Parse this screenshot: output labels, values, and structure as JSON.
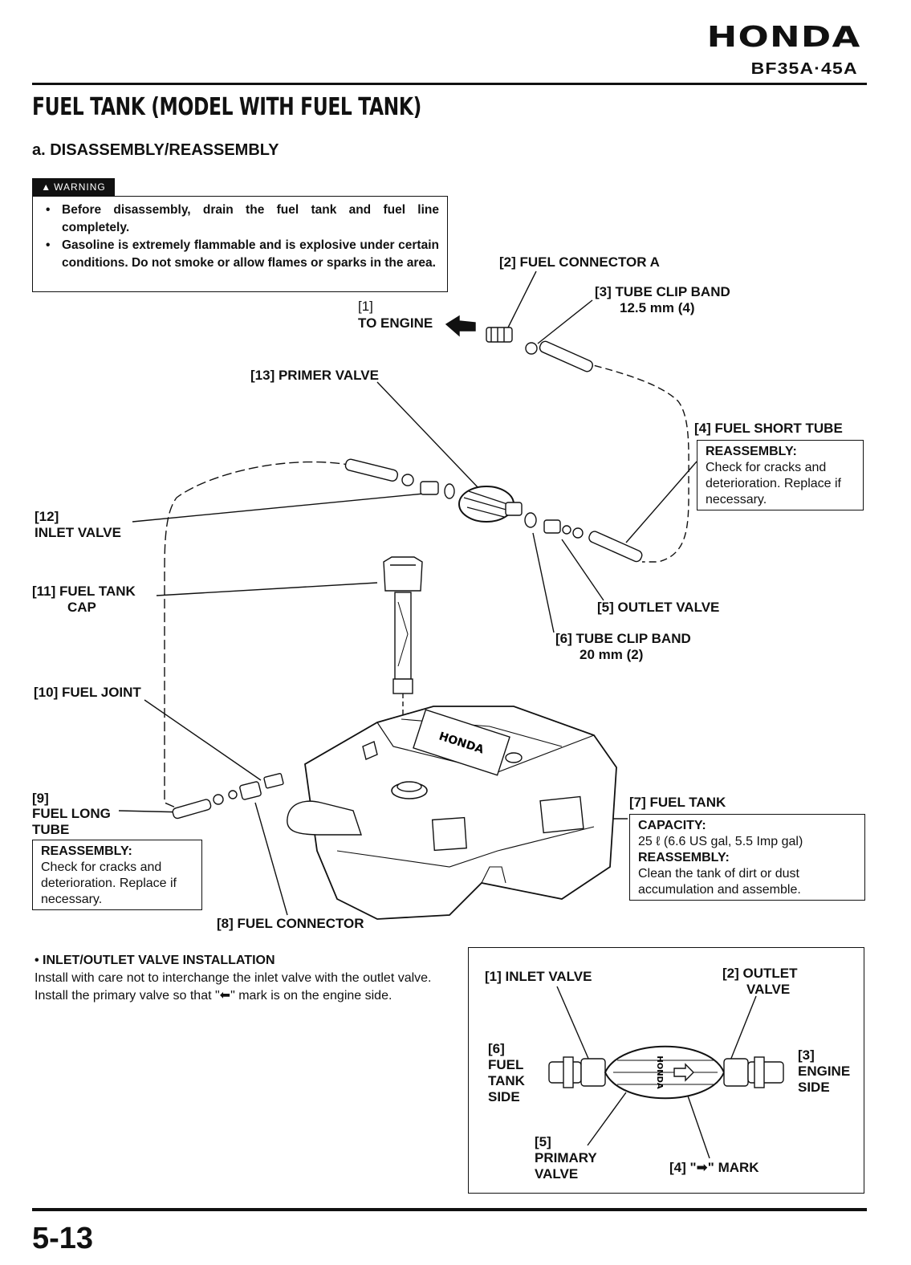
{
  "header": {
    "brand": "HONDA",
    "model": "BF35A·45A"
  },
  "page": {
    "title": "FUEL TANK (MODEL WITH FUEL TANK)",
    "subtitle": "a. DISASSEMBLY/REASSEMBLY",
    "number": "5-13"
  },
  "warning": {
    "tab": "WARNING",
    "items": [
      "Before disassembly, drain the fuel tank and fuel line completely.",
      "Gasoline is extremely flammable and is explosive under certain conditions. Do not smoke or allow flames or sparks in the area."
    ]
  },
  "callouts": {
    "c1_num": "[1]",
    "c1_name": "TO ENGINE",
    "c2": "[2] FUEL CONNECTOR A",
    "c3_a": "[3] TUBE CLIP BAND",
    "c3_b": "12.5 mm (4)",
    "c4": "[4] FUEL SHORT TUBE",
    "c5": "[5] OUTLET VALVE",
    "c6_a": "[6] TUBE CLIP BAND",
    "c6_b": "20 mm (2)",
    "c7": "[7] FUEL TANK",
    "c8": "[8] FUEL CONNECTOR",
    "c9_num": "[9]",
    "c9_a": "FUEL LONG",
    "c9_b": "TUBE",
    "c10": "[10] FUEL JOINT",
    "c11_a": "[11] FUEL TANK",
    "c11_b": "CAP",
    "c12_num": "[12]",
    "c12_name": "INLET VALVE",
    "c13": "[13] PRIMER VALVE"
  },
  "notes": {
    "short_tube": {
      "head": "REASSEMBLY:",
      "body": "Check for cracks and deterioration. Replace if necessary."
    },
    "long_tube": {
      "head": "REASSEMBLY:",
      "body": "Check for cracks and deterioration. Replace if necessary."
    },
    "tank": {
      "cap_head": "CAPACITY:",
      "cap_body": "25 ℓ (6.6 US gal, 5.5 Imp gal)",
      "re_head": "REASSEMBLY:",
      "re_body": "Clean the tank of dirt or dust accumulation and assemble."
    }
  },
  "tank_emboss": "HONDA",
  "instructions": {
    "heading": "• INLET/OUTLET VALVE INSTALLATION",
    "p1": "Install with care not to interchange the inlet valve with the outlet valve.",
    "p2": "Install the primary valve so that \"⬅\" mark is on the engine side."
  },
  "inset": {
    "l1": "[1] INLET VALVE",
    "l2_a": "[2] OUTLET",
    "l2_b": "VALVE",
    "l3_a": "[3]",
    "l3_b": "ENGINE",
    "l3_c": "SIDE",
    "l4": "[4] \"➡\" MARK",
    "l5_a": "[5]",
    "l5_b": "PRIMARY",
    "l5_c": "VALVE",
    "l6_a": "[6]",
    "l6_b": "FUEL",
    "l6_c": "TANK",
    "l6_d": "SIDE",
    "bulb_text": "HONDA"
  }
}
